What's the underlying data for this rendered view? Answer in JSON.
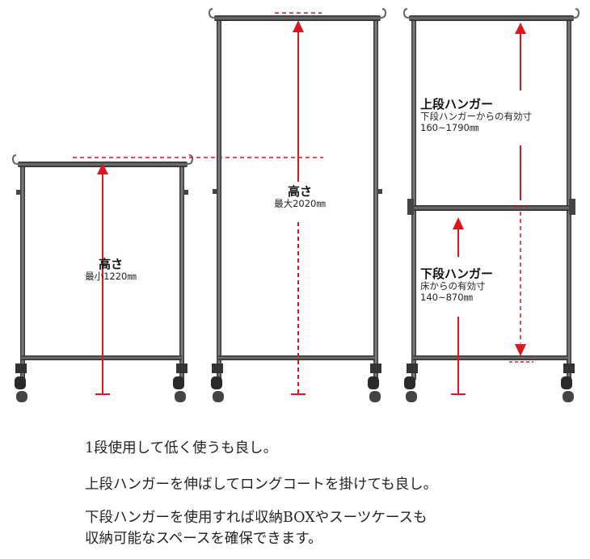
{
  "colors": {
    "arrow": "#e0141c",
    "frame": "#3a3a3a",
    "pipe": "#555555"
  },
  "rack_min": {
    "title": "高さ",
    "subtitle": "最小1220㎜"
  },
  "rack_max": {
    "title": "高さ",
    "subtitle": "最大2020㎜"
  },
  "rack_double": {
    "upper": {
      "title": "上段ハンガー",
      "line1": "下段ハンガーからの有効寸",
      "line2": "160~1790㎜"
    },
    "lower": {
      "title": "下段ハンガー",
      "line1": "床からの有効寸",
      "line2": "140~870㎜"
    }
  },
  "captions": [
    "1段使用して低く使うも良し。",
    "上段ハンガーを伸ばしてロングコートを掛けても良し。",
    "下段ハンガーを使用すれば収納BOXやスーツケースも",
    "収納可能なスペースを確保できます。"
  ]
}
